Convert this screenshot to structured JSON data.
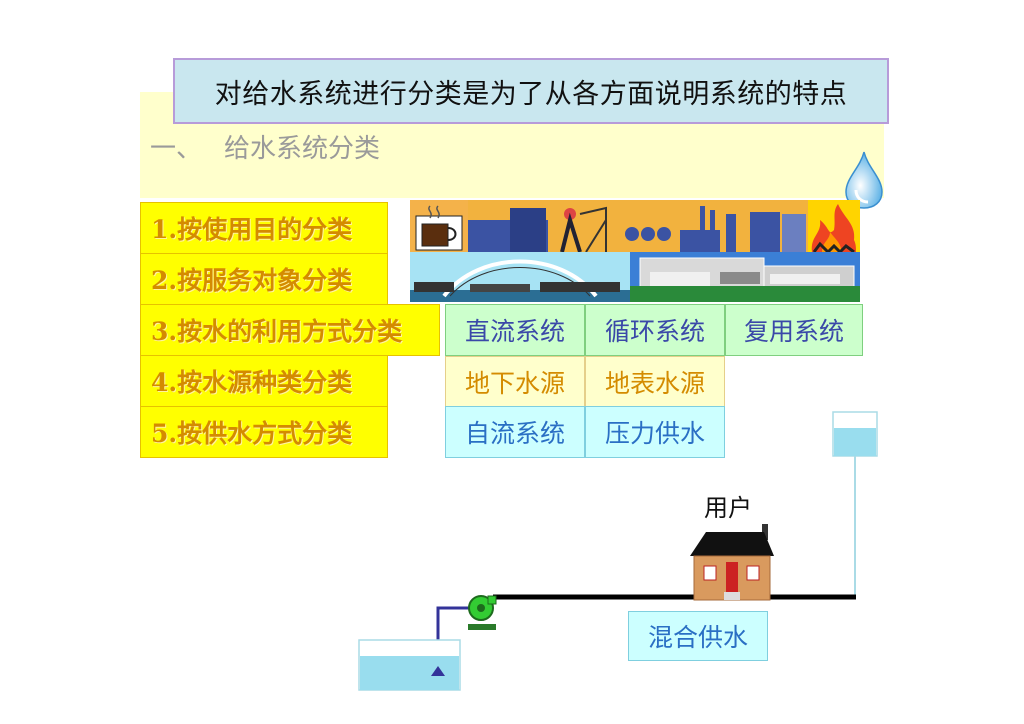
{
  "title": "对给水系统进行分类是为了从各方面说明系统的特点",
  "section": {
    "number": "一、",
    "heading": "给水系统分类"
  },
  "classifications": [
    "1.按使用目的分类",
    "2.按服务对象分类",
    "3.按水的利用方式分类",
    "4.按水源种类分类",
    "5.按供水方式分类"
  ],
  "water_use": [
    "直流系统",
    "循环系统",
    "复用系统"
  ],
  "water_source": [
    "地下水源",
    "地表水源"
  ],
  "supply_mode": [
    "自流系统",
    "压力供水"
  ],
  "diagram": {
    "user_label": "用户",
    "mixed_label": "混合供水"
  },
  "colors": {
    "title_bg": "#c9e7ef",
    "band": "#ffffcc",
    "highlight": "#ffff00",
    "water": "#99ddee",
    "pipe": "#000000",
    "pump": "#339933"
  },
  "icons": [
    "water-drop-icon",
    "coffee-cup-icon",
    "fire-icon",
    "house-icon",
    "pump-icon",
    "water-tank-icon"
  ]
}
